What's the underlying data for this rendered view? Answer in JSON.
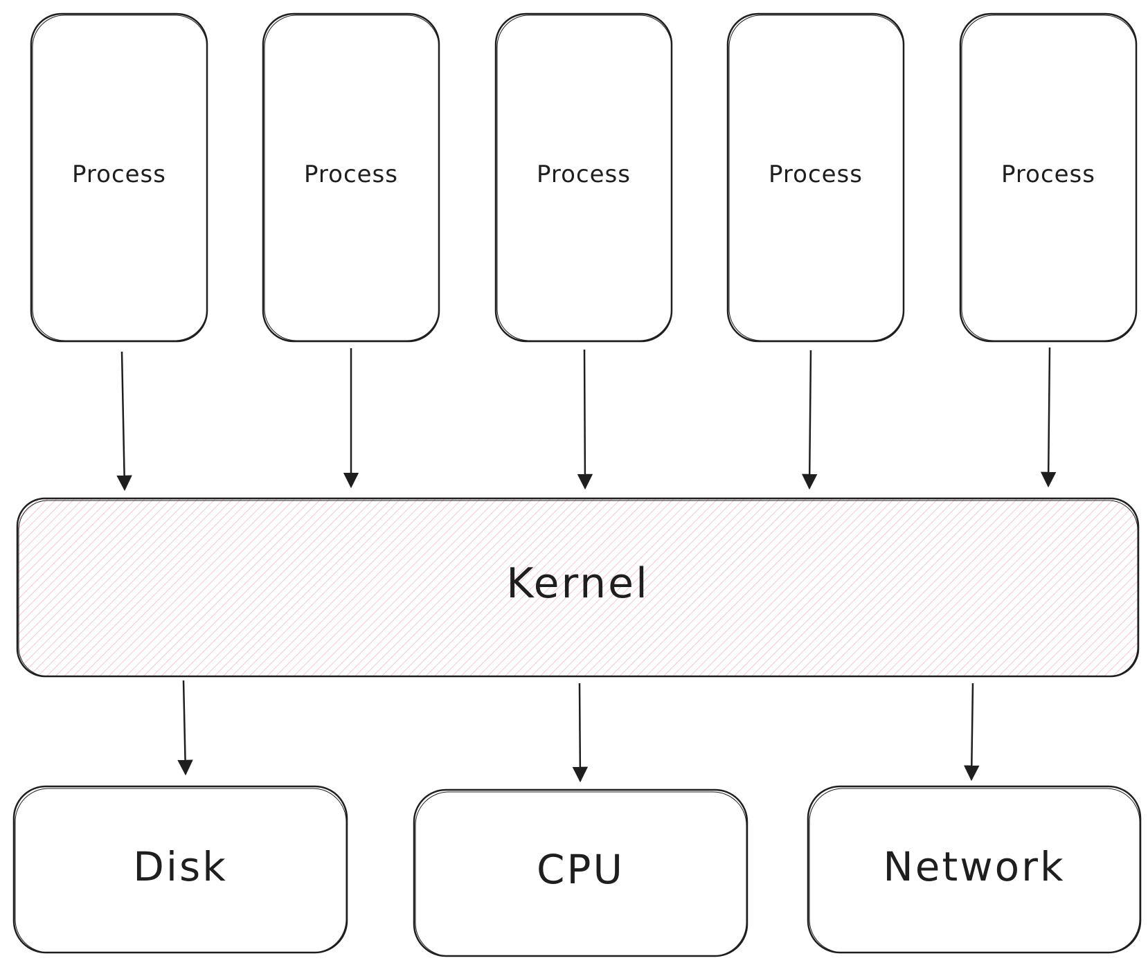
{
  "colors": {
    "stroke": "#1e1e1e",
    "kernel_hatch": "#f2b8c6",
    "background": "#ffffff"
  },
  "processes": [
    {
      "label": "Process"
    },
    {
      "label": "Process"
    },
    {
      "label": "Process"
    },
    {
      "label": "Process"
    },
    {
      "label": "Process"
    }
  ],
  "kernel": {
    "label": "Kernel"
  },
  "resources": [
    {
      "label": "Disk"
    },
    {
      "label": "CPU"
    },
    {
      "label": "Network"
    }
  ]
}
